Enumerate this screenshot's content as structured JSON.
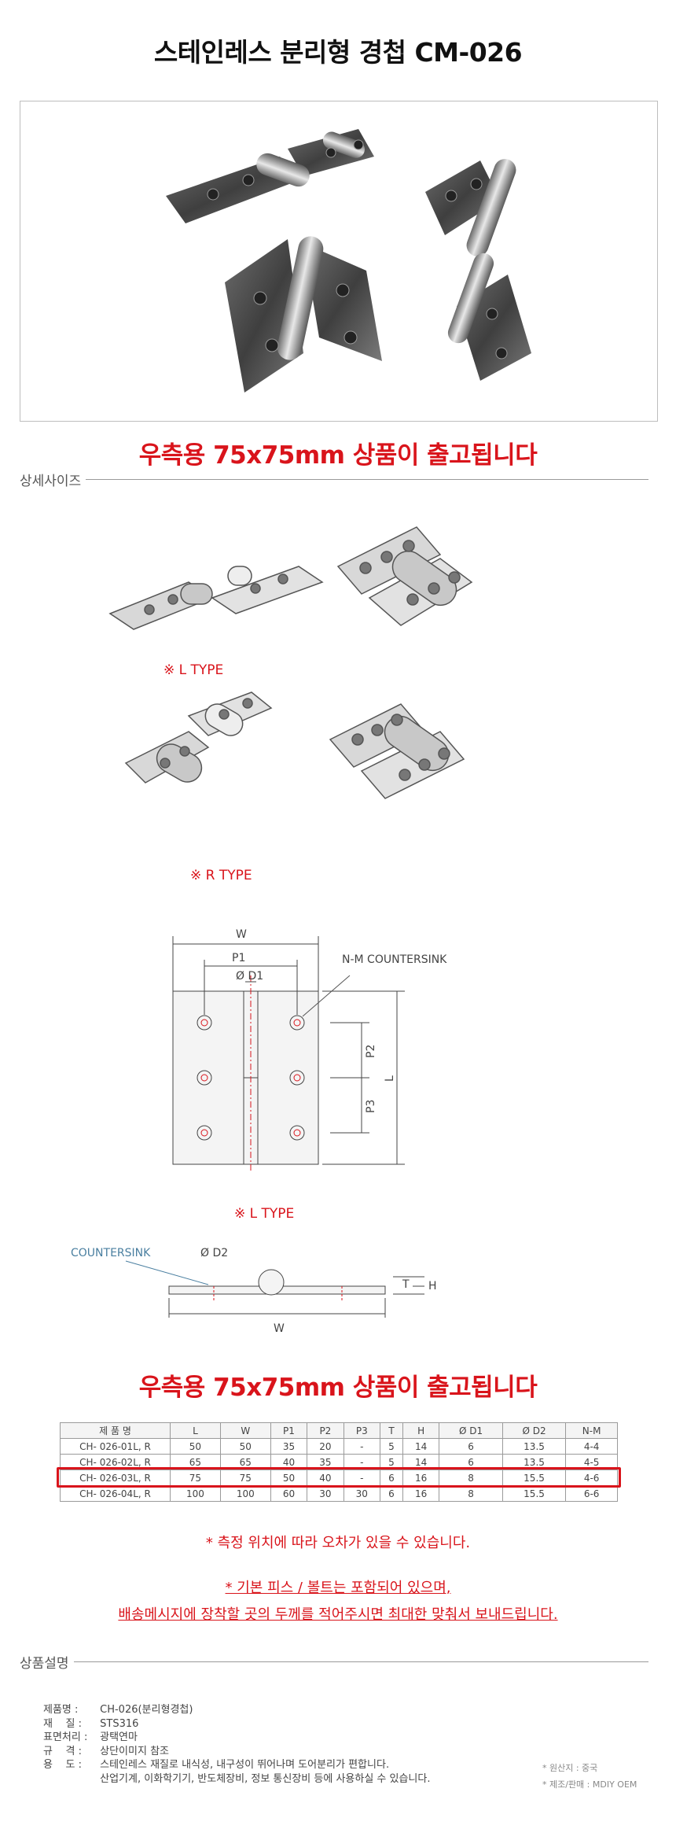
{
  "title": "스테인레스 분리형 경첩 CM-026",
  "headline": "우측용 75x75mm 상품이 출고됩니다",
  "sections": {
    "detail_size": "상세사이즈",
    "product_desc": "상품설명"
  },
  "captions": {
    "l_type": "※ L TYPE",
    "r_type": "※ R TYPE",
    "l_type_drawing": "※ L TYPE"
  },
  "drawing_labels": {
    "w": "W",
    "p1": "P1",
    "d1": "Ø D1",
    "nm_countersink": "N-M  COUNTERSINK",
    "p2": "P2",
    "p3": "P3",
    "l": "L",
    "countersink": "COUNTERSINK",
    "d2": "Ø D2",
    "t": "T",
    "h": "H",
    "w_side": "W"
  },
  "table": {
    "headers": [
      "제 품 명",
      "L",
      "W",
      "P1",
      "P2",
      "P3",
      "T",
      "H",
      "Ø D1",
      "Ø D2",
      "N-M"
    ],
    "rows": [
      [
        "CH- 026-01L, R",
        "50",
        "50",
        "35",
        "20",
        "-",
        "5",
        "14",
        "6",
        "13.5",
        "4-4"
      ],
      [
        "CH- 026-02L, R",
        "65",
        "65",
        "40",
        "35",
        "-",
        "5",
        "14",
        "6",
        "13.5",
        "4-5"
      ],
      [
        "CH- 026-03L, R",
        "75",
        "75",
        "50",
        "40",
        "-",
        "6",
        "16",
        "8",
        "15.5",
        "4-6"
      ],
      [
        "CH- 026-04L, R",
        "100",
        "100",
        "60",
        "30",
        "30",
        "6",
        "16",
        "8",
        "15.5",
        "6-6"
      ]
    ]
  },
  "notes": {
    "tolerance": "* 측정 위치에 따라 오차가 있을 수 있습니다.",
    "screws": "* 기본 피스 / 볼트는 포함되어 있으며,",
    "message": "배송메시지에 장착할 곳의 두께를 적어주시면 최대한 맞춰서 보내드립니다."
  },
  "description": [
    {
      "key": "제품명 :",
      "value": " CH-026(분리형경첩)"
    },
    {
      "key": "재    질 :",
      "value": " STS316"
    },
    {
      "key": "표면처리 :",
      "value": " 광택연마"
    },
    {
      "key": "규    격 :",
      "value": " 상단이미지 참조"
    },
    {
      "key": "용    도 :",
      "value": " 스테인레스 재질로 내식성, 내구성이 뛰어나며 도어분리가 편합니다."
    },
    {
      "key": "",
      "value": " 산업기계, 이화학기기, 반도체장비, 정보 통신장비 등에 사용하실 수 있습니다."
    }
  ],
  "origin": {
    "country": "* 원산지 : 중국",
    "maker": "* 제조/판매 : MDIY OEM"
  },
  "colors": {
    "accent_red": "#d9141b",
    "metal": "#8c8c8c",
    "metal_dark": "#4a4a4a"
  }
}
